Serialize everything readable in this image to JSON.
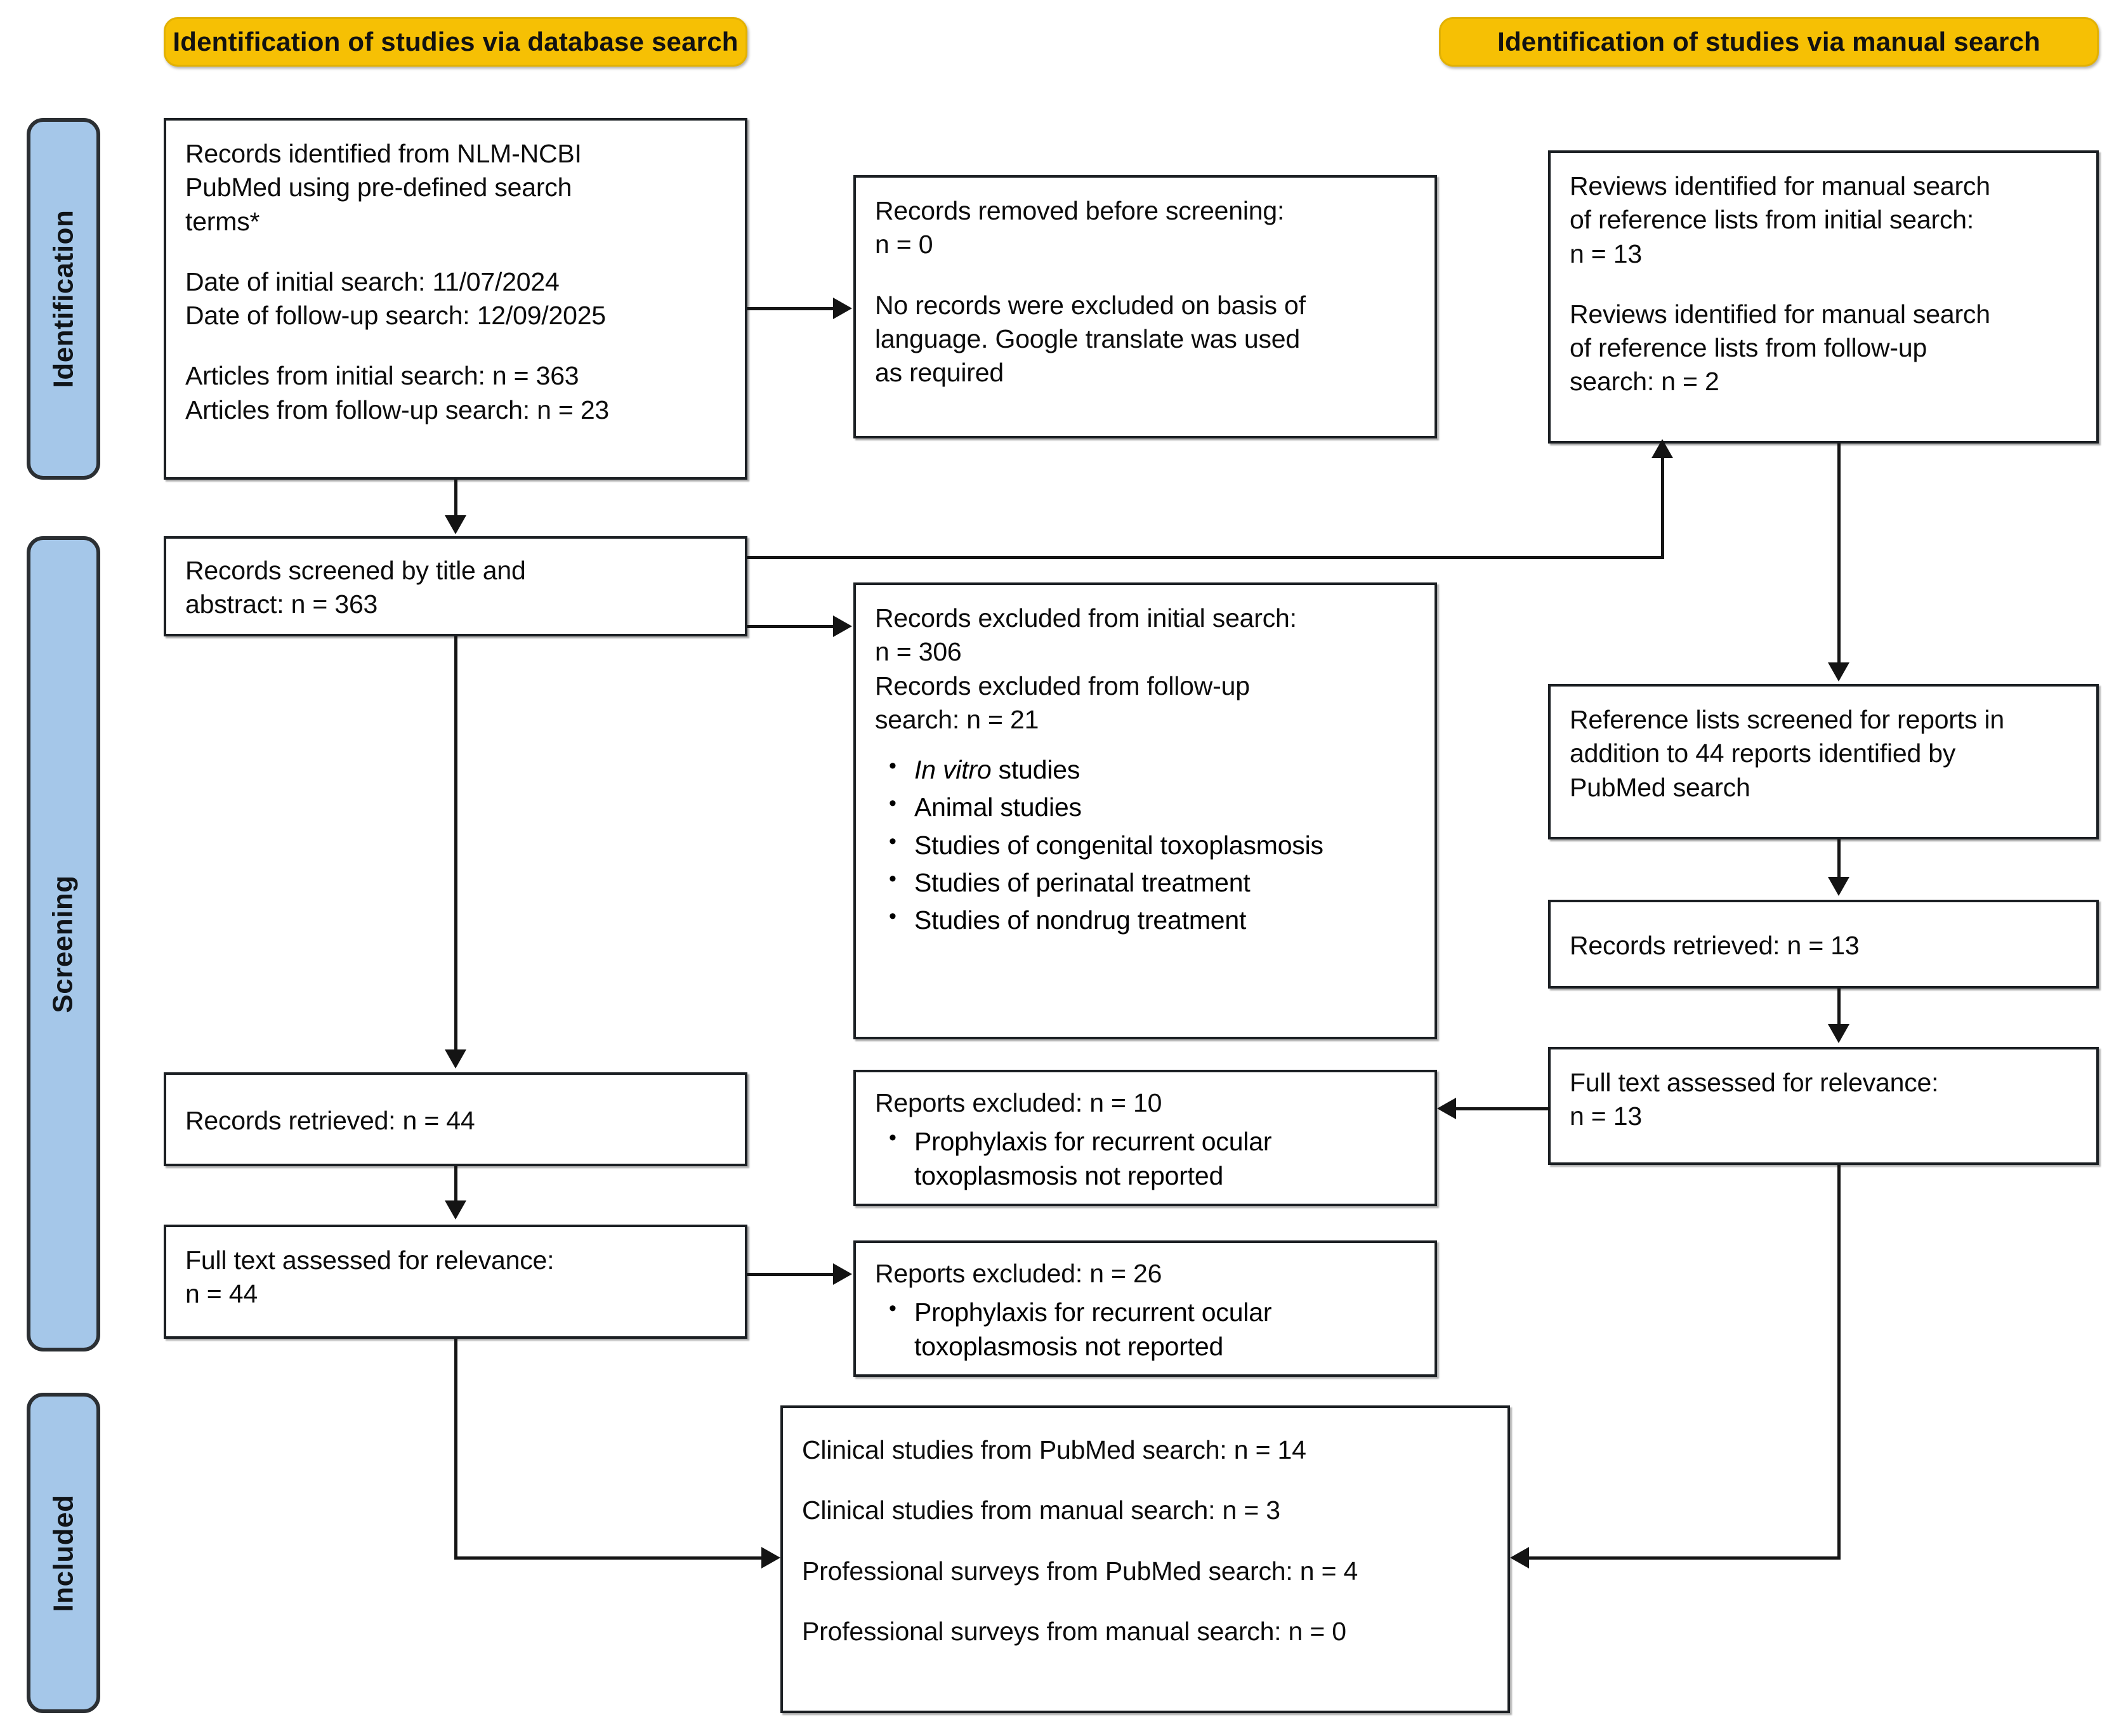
{
  "diagram": {
    "type": "PRISMA flow diagram",
    "phases": [
      {
        "id": "identification",
        "label": "Identification"
      },
      {
        "id": "screening",
        "label": "Screening"
      },
      {
        "id": "included",
        "label": "Included"
      }
    ],
    "section_headers": [
      {
        "id": "database-search",
        "label": "Identification of studies via database search"
      },
      {
        "id": "manual-search",
        "label": "Identification of studies via manual search"
      }
    ],
    "boxes": {
      "records_identified": {
        "lines": [
          "Records identified from NLM-NCBI",
          "PubMed using pre-defined search",
          "terms*"
        ],
        "lines2": [
          "Date of initial search: 11/07/2024",
          "Date of follow-up search: 12/09/2025"
        ],
        "lines3": [
          "Articles from initial search: n = 363",
          "Articles from follow-up search: n = 23"
        ]
      },
      "records_removed": {
        "lines": [
          "Records removed before screening:",
          "n = 0"
        ],
        "lines2": [
          "No records were excluded on basis of",
          "language. Google translate was used",
          "as required"
        ]
      },
      "reviews_identified": {
        "lines": [
          "Reviews identified for manual search",
          "of reference lists from initial search:",
          "n = 13"
        ],
        "lines2": [
          "Reviews identified for manual search",
          "of reference lists from follow-up",
          "search: n = 2"
        ]
      },
      "records_screened": {
        "lines": [
          "Records screened by title and",
          "abstract: n = 363"
        ]
      },
      "records_excluded": {
        "lines": [
          "Records excluded from initial search:",
          "n = 306",
          "Records excluded from follow-up",
          "search: n = 21"
        ],
        "bullets": [
          "In vitro studies",
          "Animal studies",
          "Studies of congenital toxoplasmosis",
          "Studies of perinatal treatment",
          "Studies of nondrug treatment"
        ],
        "bullet_italic_prefix": "In vitro"
      },
      "reference_lists_screened": {
        "lines": [
          "Reference lists screened for reports in",
          "addition to 44 reports identified by",
          "PubMed search"
        ]
      },
      "records_retrieved_manual": {
        "lines": [
          "Records retrieved: n = 13"
        ]
      },
      "records_retrieved_db": {
        "lines": [
          "Records retrieved: n = 44"
        ]
      },
      "full_text_manual": {
        "lines": [
          "Full text assessed for relevance:",
          "n = 13"
        ]
      },
      "full_text_db": {
        "lines": [
          "Full text assessed for relevance:",
          "n = 44"
        ]
      },
      "reports_excluded_10": {
        "lines": [
          "Reports excluded: n = 10"
        ],
        "bullets": [
          "Prophylaxis for recurrent ocular toxoplasmosis not reported"
        ]
      },
      "reports_excluded_26": {
        "lines": [
          "Reports excluded: n = 26"
        ],
        "bullets": [
          "Prophylaxis for recurrent ocular toxoplasmosis not reported"
        ]
      },
      "included_studies": {
        "lines": [
          "Clinical studies from PubMed search: n = 14",
          "Clinical studies from manual search: n = 3",
          "Professional surveys from PubMed search: n = 4",
          "Professional surveys from manual search: n = 0"
        ]
      }
    },
    "colors": {
      "header_orange": "#f6c004",
      "phase_blue": "#a5c7e9",
      "box_border": "#1b1f23",
      "connector": "#141414"
    }
  }
}
